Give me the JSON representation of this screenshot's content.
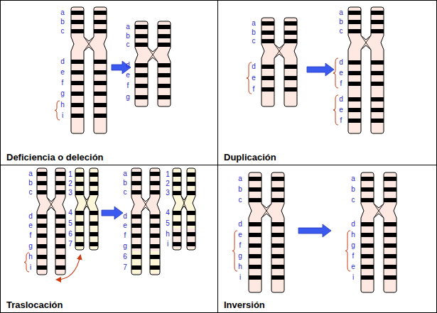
{
  "diagram": {
    "nodes": [
      {
        "text": [
          "Deficiencia o deleción"
        ]
      },
      {
        "text": [
          "Duplicación"
        ]
      },
      {
        "text": [
          "Traslocación"
        ]
      },
      {
        "text": [
          "Inversión"
        ]
      }
    ],
    "labels": [
      "a",
      "b",
      "c",
      "d",
      "e",
      "f",
      "g",
      "h",
      "i",
      "a",
      "b",
      "c",
      "d",
      "e",
      "f",
      "g",
      "a",
      "b",
      "c",
      "d",
      "e",
      "f",
      "a",
      "b",
      "c",
      "d",
      "e",
      "f",
      "d",
      "e",
      "f",
      "a",
      "b",
      "c",
      "d",
      "e",
      "f",
      "g",
      "h",
      "i",
      "1",
      "2",
      "3",
      "4",
      "5",
      "6",
      "7",
      "a",
      "b",
      "c",
      "d",
      "e",
      "f",
      "g",
      "6",
      "7",
      "1",
      "2",
      "3",
      "4",
      "5",
      "h",
      "i",
      "a",
      "b",
      "c",
      "d",
      "e",
      "f",
      "g",
      "h",
      "i",
      "a",
      "b",
      "c",
      "d",
      "h",
      "g",
      "f",
      "e",
      "i"
    ]
  }
}
